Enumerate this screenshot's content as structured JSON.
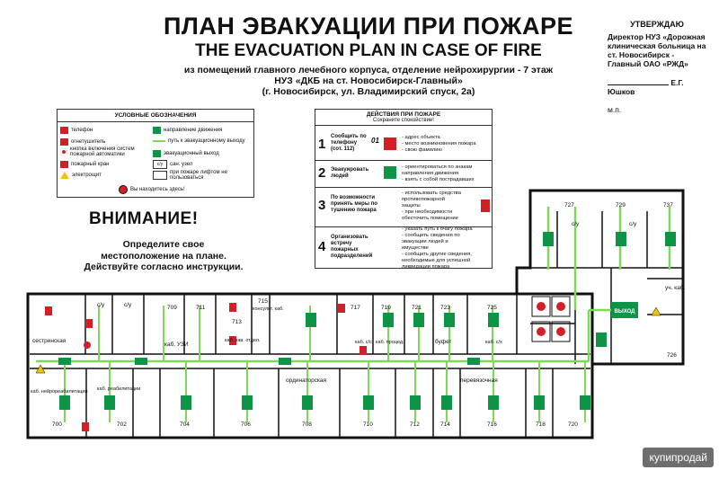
{
  "header": {
    "title_ru": "ПЛАН ЭВАКУАЦИИ ПРИ ПОЖАРЕ",
    "title_en": "THE EVACUATION PLAN IN CASE OF FIRE",
    "subtitle_1": "из помещений главного лечебного корпуса, отделение нейрохирургии - 7 этаж",
    "subtitle_2": "НУЗ «ДКБ на ст. Новосибирск-Главный»",
    "subtitle_3": "(г. Новосибирск, ул. Владимирский спуск, 2а)"
  },
  "approval": {
    "heading": "УТВЕРЖДАЮ",
    "body": "Директор НУЗ «Дорожная клиническая больница на ст. Новосибирск - Главный ОАО «РЖД»",
    "signer": "Е.Г. Юшков",
    "stamp": "м.п."
  },
  "legend": {
    "title": "УСЛОВНЫЕ ОБОЗНАЧЕНИЯ",
    "left_items": [
      "телефон",
      "огнетушитель",
      "кнопка включения систем пожарной автоматики",
      "пожарный кран",
      "электрощит"
    ],
    "right_items": [
      "направление движения",
      "путь к эвакуационному выходу",
      "эвакуационный выход",
      "сан. узел",
      "при пожаре лифтом не пользоваться"
    ],
    "right_box_labels": {
      "wc": "с/у"
    },
    "here": "Вы находитесь здесь!",
    "colors": {
      "red": "#d32027",
      "green": "#0e9447",
      "path": "#7ed957",
      "warn": "#f2c500"
    }
  },
  "actions": {
    "title": "ДЕЙСТВИЯ ПРИ ПОЖАРЕ",
    "subtitle": "Сохраните спокойствие!",
    "steps": [
      {
        "n": "1",
        "label": "Сообщить по телефону",
        "label2": "(сот. 112)",
        "number": "01",
        "details": [
          "- адрес объекта",
          "- место возникновения пожара",
          "- свою фамилию"
        ],
        "icon": "phone-icon"
      },
      {
        "n": "2",
        "label": "Эвакуировать людей",
        "label2": "",
        "number": "",
        "details": [
          "- ориентироваться по знакам",
          "направления движения",
          "- взять с собой пострадавших"
        ],
        "icon": "exit-sign-icon"
      },
      {
        "n": "3",
        "label": "По возможности принять меры по тушению пожара",
        "label2": "",
        "number": "",
        "details": [
          "- использовать средства",
          "противопожарной",
          "защиты",
          "- при необходимости",
          "обесточить помещение"
        ],
        "icon": "extinguisher-icon"
      },
      {
        "n": "4",
        "label": "Организовать встречу пожарных подразделений",
        "label2": "",
        "number": "",
        "details": [
          "- указать путь к очагу пожара",
          "- сообщить сведения по",
          "эвакуации людей и",
          "имуществе",
          "- сообщить другие сведения,",
          "необходимые для успешной",
          "ликвидации пожара"
        ],
        "icon": ""
      }
    ]
  },
  "attention": {
    "heading": "ВНИМАНИЕ!",
    "line1": "Определите свое",
    "line2": "местоположение на плане.",
    "line3": "Действуйте согласно инструкции."
  },
  "floorplan": {
    "top_rooms": [
      {
        "num": "",
        "label": "сестринская"
      },
      {
        "num": "",
        "label": "с/у"
      },
      {
        "num": "",
        "label": "с/у"
      },
      {
        "num": "709",
        "label": "каб. УЗИ"
      },
      {
        "num": "711",
        "label": ""
      },
      {
        "num": "713",
        "label": "каб. зав. отдел."
      },
      {
        "num": "715",
        "label": "консульт. каб."
      },
      {
        "num": "717",
        "label": "каб. с/с"
      },
      {
        "num": "719",
        "label": "каб. процед."
      },
      {
        "num": "721",
        "label": ""
      },
      {
        "num": "723",
        "label": "буфет"
      },
      {
        "num": "725",
        "label": "каб. с/х"
      }
    ],
    "bottom_rooms": [
      {
        "num": "700",
        "label": "каб. нейрореабилитации"
      },
      {
        "num": "702",
        "label": "каб. реабилитации"
      },
      {
        "num": "704",
        "label": ""
      },
      {
        "num": "706",
        "label": ""
      },
      {
        "num": "708",
        "label": "ординаторская"
      },
      {
        "num": "710",
        "label": ""
      },
      {
        "num": "712",
        "label": ""
      },
      {
        "num": "714",
        "label": ""
      },
      {
        "num": "716",
        "label": "перевязочная"
      },
      {
        "num": "718",
        "label": ""
      },
      {
        "num": "720",
        "label": ""
      }
    ],
    "wing_rooms": [
      {
        "num": "727",
        "label": ""
      },
      {
        "num": "729",
        "label": ""
      },
      {
        "num": "737",
        "label": ""
      },
      {
        "num": "",
        "label": "с/у"
      },
      {
        "num": "",
        "label": "с/у"
      },
      {
        "num": "",
        "label": "уч. каб."
      },
      {
        "num": "726",
        "label": ""
      }
    ],
    "exit_label": "ВЫХОД"
  },
  "watermark": "купипродай"
}
